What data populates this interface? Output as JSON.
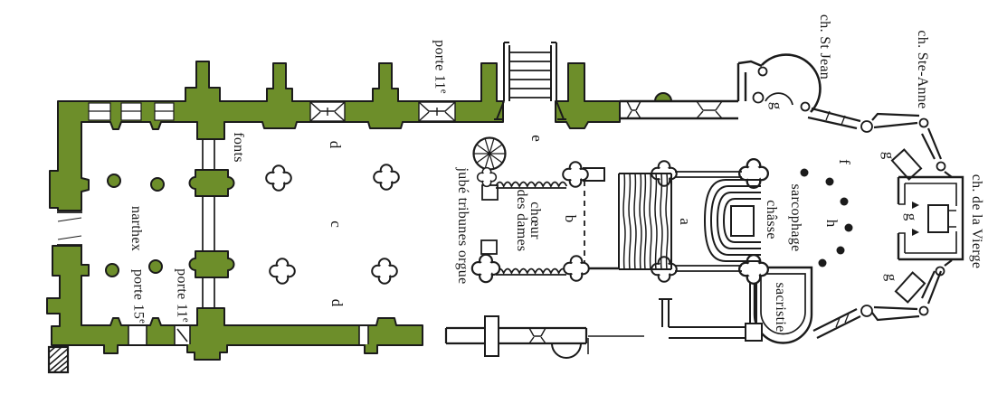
{
  "plan": {
    "type": "church floor plan",
    "colors": {
      "wall_11th_century": "#6d8e2a",
      "ink": "#1b1b1b",
      "paper": "#ffffff"
    },
    "labels": {
      "fonts": "fonts",
      "porte_11": {
        "text": "porte 11",
        "sup": "e"
      },
      "porte_15": {
        "text": "porte 15",
        "sup": "e"
      },
      "narthex": "narthex",
      "jube_tribunes_orgue": "jubé tribunes orgue",
      "choeur_line1": "chœur",
      "choeur_line2": "des dames",
      "sarcophage": "sarcophage",
      "chasse": "châsse",
      "sacristie": "sacristie",
      "ch_st_jean": "ch. St Jean",
      "ch_ste_anne": "ch. Ste-Anne",
      "ch_de_la_vierge": "ch. de la Vierge",
      "letters": {
        "a": "a",
        "b": "b",
        "c": "c",
        "d": "d",
        "e": "e",
        "f": "f",
        "g": "g",
        "h": "h"
      }
    }
  }
}
